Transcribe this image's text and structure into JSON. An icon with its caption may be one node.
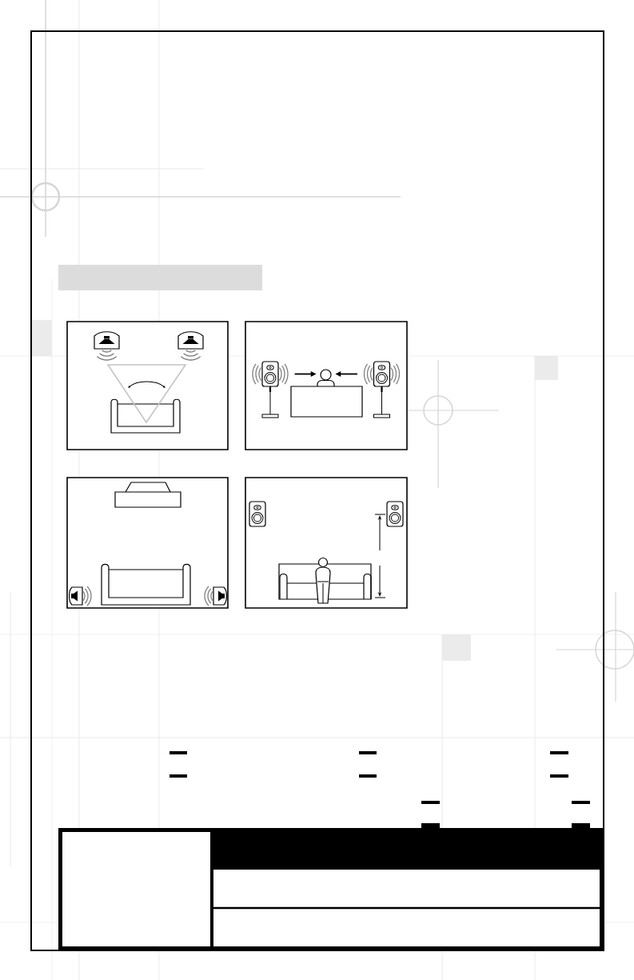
{
  "diagram": {
    "nodes": [
      {
        "text": [],
        "shape": "bar"
      },
      {
        "text": [],
        "shape": "box"
      },
      {
        "text": [],
        "shape": "box"
      },
      {
        "text": [],
        "shape": "picture",
        "in": 2
      },
      {
        "text": [],
        "shape": "person",
        "in": 2
      },
      {
        "text": [],
        "shape": "picture",
        "in": 2
      },
      {
        "text": [],
        "shape": "box",
        "in": 2
      },
      {
        "text": [],
        "shape": "box"
      },
      {
        "text": [],
        "shape": "box"
      }
    ],
    "edges": [
      {
        "from": 3,
        "to": 4,
        "arrow": "to"
      },
      {
        "from": 5,
        "to": 4,
        "arrow": "to"
      }
    ]
  }
}
